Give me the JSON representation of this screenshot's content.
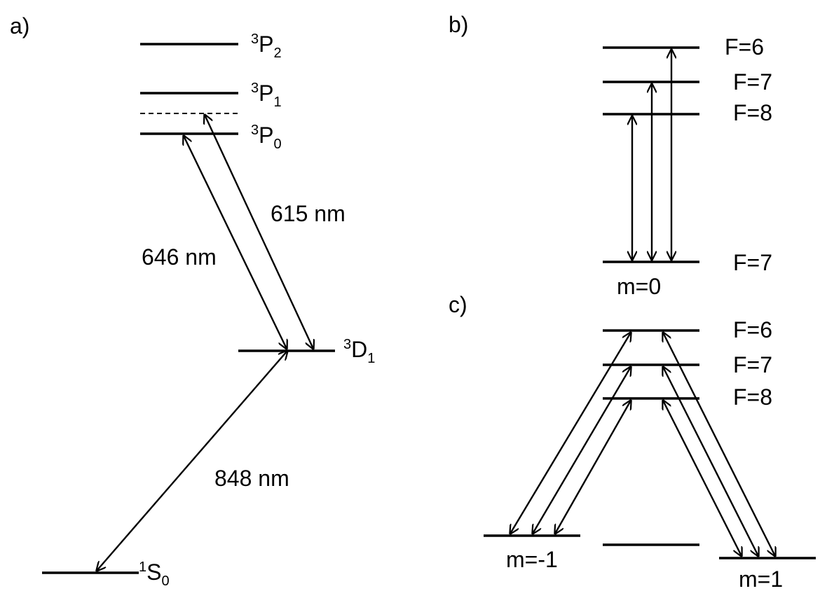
{
  "panels": {
    "a": {
      "label": "a)",
      "levels": {
        "p2": {
          "sup": "3",
          "main": "P",
          "sub": "2"
        },
        "p1": {
          "sup": "3",
          "main": "P",
          "sub": "1"
        },
        "p0": {
          "sup": "3",
          "main": "P",
          "sub": "0"
        },
        "d1": {
          "sup": "3",
          "main": "D",
          "sub": "1"
        },
        "s0": {
          "sup": "1",
          "main": "S",
          "sub": "0"
        }
      },
      "transitions": {
        "t615": "615 nm",
        "t646": "646 nm",
        "t848": "848 nm"
      }
    },
    "b": {
      "label": "b)",
      "upper": [
        "F=6",
        "F=7",
        "F=8"
      ],
      "lower": "F=7",
      "m_label": "m=0"
    },
    "c": {
      "label": "c)",
      "upper": [
        "F=6",
        "F=7",
        "F=8"
      ],
      "m_left": "m=-1",
      "m_right": "m=1"
    }
  }
}
